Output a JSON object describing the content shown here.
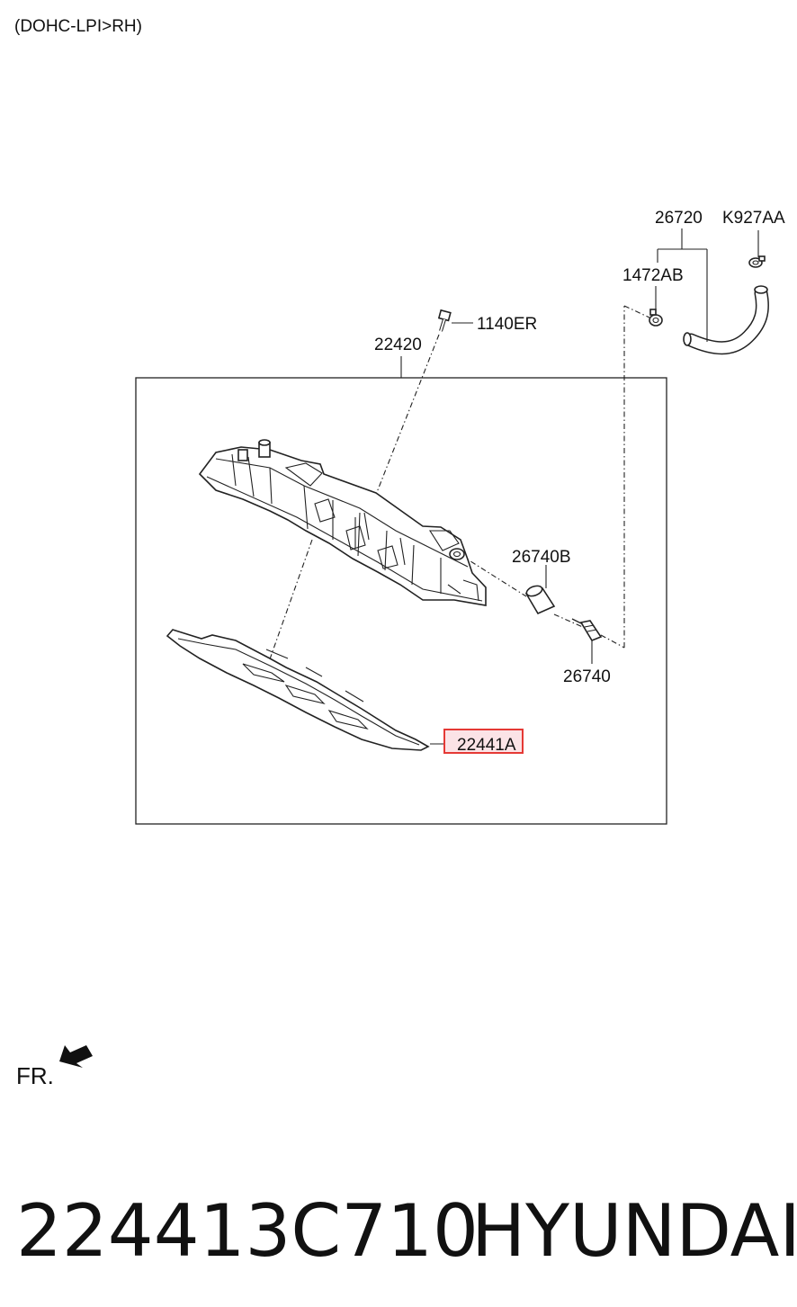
{
  "header": {
    "variant": "(DOHC-LPI>RH)"
  },
  "callouts": {
    "hose": "26720",
    "clamp_outer": "K927AA",
    "clamp_inner": "1472AB",
    "bolt": "1140ER",
    "cover_assembly": "22420",
    "grommet": "26740B",
    "pcv_valve": "26740",
    "gasket": "22441A"
  },
  "orientation": {
    "label": "FR."
  },
  "footer": {
    "part_number": "224413C710",
    "brand": "HYUNDAI"
  },
  "colors": {
    "highlight": "#e53935",
    "highlight_fill": "#fbe3e6",
    "line": "#222222"
  }
}
